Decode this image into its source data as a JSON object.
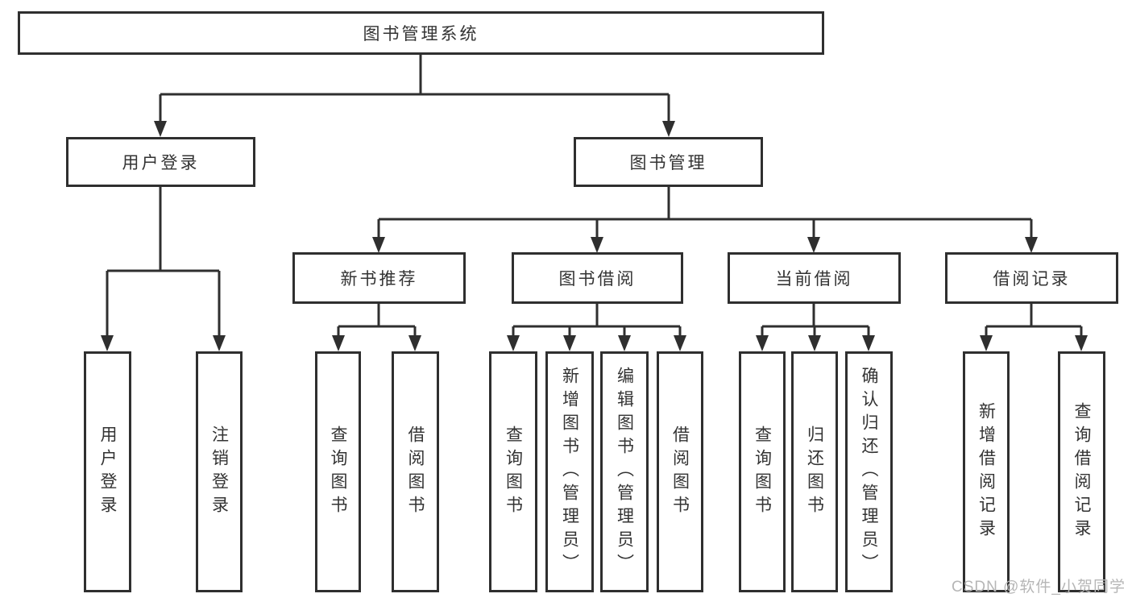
{
  "diagram": {
    "type": "hierarchy-tree",
    "tree": {
      "root": "图书管理系统",
      "login": {
        "label": "用户登录",
        "children": [
          "用户登录",
          "注销登录"
        ]
      },
      "management": {
        "label": "图书管理",
        "sections": [
          {
            "label": "新书推荐",
            "children": [
              "查询图书",
              "借阅图书"
            ]
          },
          {
            "label": "图书借阅",
            "children": [
              "查询图书",
              "新增图书（管理员）",
              "编辑图书（管理员）",
              "借阅图书"
            ]
          },
          {
            "label": "当前借阅",
            "children": [
              "查询图书",
              "归还图书",
              "确认归还（管理员）"
            ]
          },
          {
            "label": "借阅记录",
            "children": [
              "新增借阅记录",
              "查询借阅记录"
            ]
          }
        ]
      }
    },
    "colors": {
      "line": "#2f2f2f",
      "box_border": "#2f2f2f",
      "text": "#333333",
      "watermark": "#b6b6b6",
      "background": "#ffffff"
    },
    "watermark": "CSDN @软件_小贺同学"
  }
}
